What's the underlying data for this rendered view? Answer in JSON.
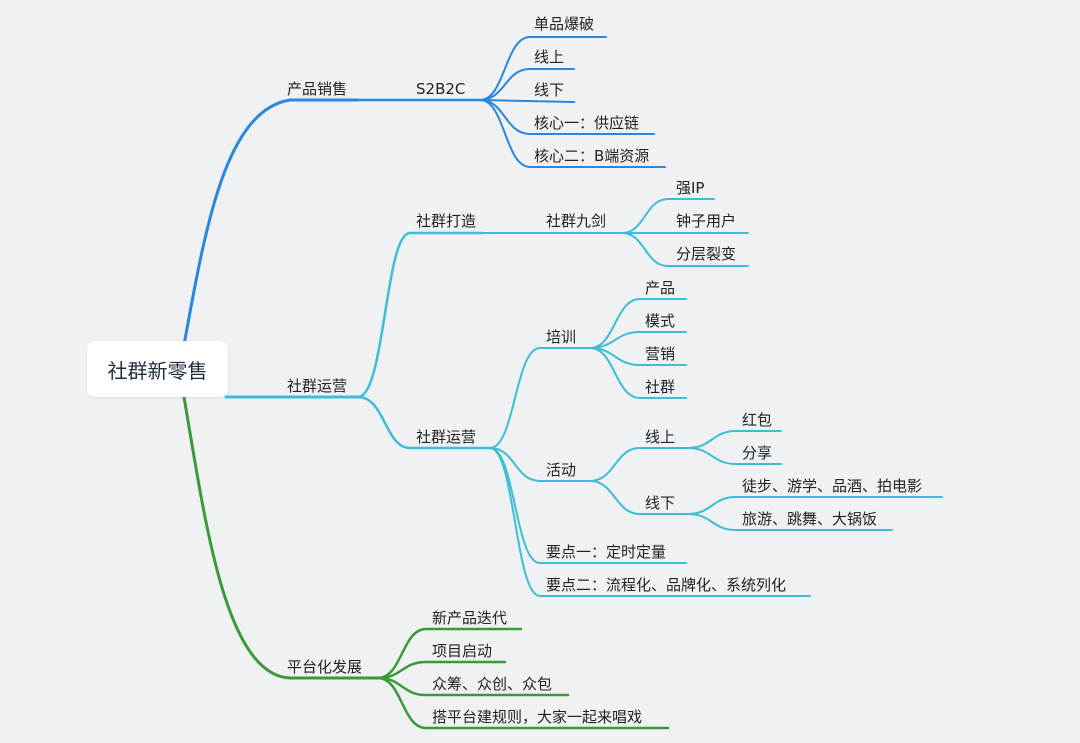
{
  "root": "社群新零售",
  "colors": {
    "sales": "#2b86dd",
    "community": "#3dbdd6",
    "platform": "#3a9a3a"
  },
  "branches": {
    "sales": {
      "label": "产品销售",
      "s2b2c": {
        "label": "S2B2C",
        "items": [
          "单品爆破",
          "线上",
          "线下",
          "核心一：供应链",
          "核心二：B端资源"
        ]
      }
    },
    "community": {
      "label": "社群运营",
      "build": {
        "label": "社群打造",
        "nine": {
          "label": "社群九剑",
          "items": [
            "强IP",
            "钟子用户",
            "分层裂变"
          ]
        }
      },
      "ops": {
        "label": "社群运营",
        "training": {
          "label": "培训",
          "items": [
            "产品",
            "模式",
            "营销",
            "社群"
          ]
        },
        "activity": {
          "label": "活动",
          "online": {
            "label": "线上",
            "items": [
              "红包",
              "分享"
            ]
          },
          "offline": {
            "label": "线下",
            "items": [
              "徒步、游学、品酒、拍电影",
              "旅游、跳舞、大锅饭"
            ]
          }
        },
        "point1": "要点一：定时定量",
        "point2": "要点二：流程化、品牌化、系统列化"
      }
    },
    "platform": {
      "label": "平台化发展",
      "items": [
        "新产品迭代",
        "项目启动",
        "众筹、众创、众包",
        "搭平台建规则，大家一起来唱戏"
      ]
    }
  }
}
